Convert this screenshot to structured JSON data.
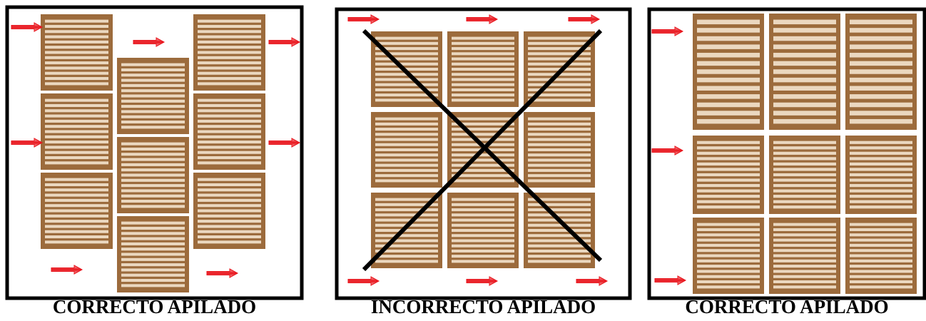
{
  "panels": [
    {
      "id": "p1",
      "caption": "CORRECTO APILADO",
      "status": "correct"
    },
    {
      "id": "p2",
      "caption": "INCORRECTO APILADO",
      "status": "incorrect"
    },
    {
      "id": "p3",
      "caption": "CORRECTO APILADO",
      "status": "correct"
    }
  ],
  "colors": {
    "pallet_frame": "#9C6B3C",
    "slat": "#EBD8C0",
    "arrow": "#E8121A",
    "arrow_light": "#F7A7A7",
    "border": "#000000",
    "cross": "#000000"
  }
}
